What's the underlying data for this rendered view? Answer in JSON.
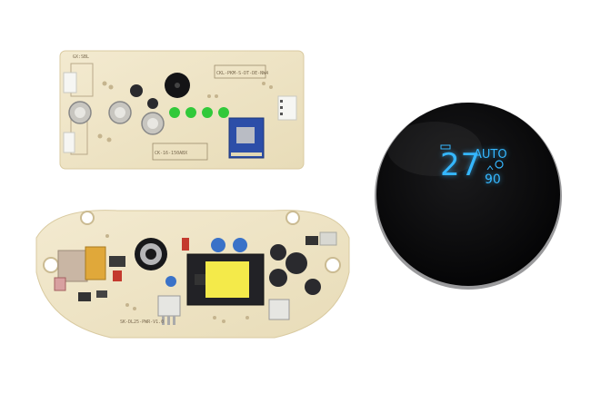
{
  "colors": {
    "background": "#ffffff",
    "pcb": "#efe4c3",
    "display_body": "#0b0b0c",
    "display_glow": "#35b7ff",
    "led_green": "#31c93a"
  },
  "display": {
    "temperature": "27",
    "mode": "AUTO",
    "percent": "90"
  }
}
